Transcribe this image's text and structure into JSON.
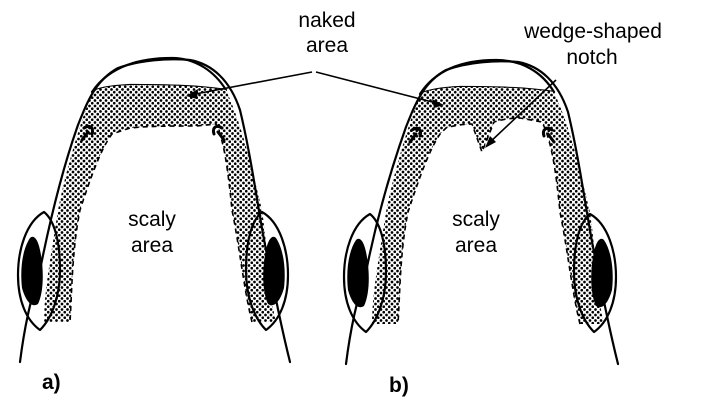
{
  "labels": {
    "naked_line1": "naked",
    "naked_line2": "area",
    "notch_line1": "wedge-shaped",
    "notch_line2": "notch",
    "scaly_a_line1": "scaly",
    "scaly_a_line2": "area",
    "scaly_b_line1": "scaly",
    "scaly_b_line2": "area",
    "panel_a": "a)",
    "panel_b": "b)"
  }
}
